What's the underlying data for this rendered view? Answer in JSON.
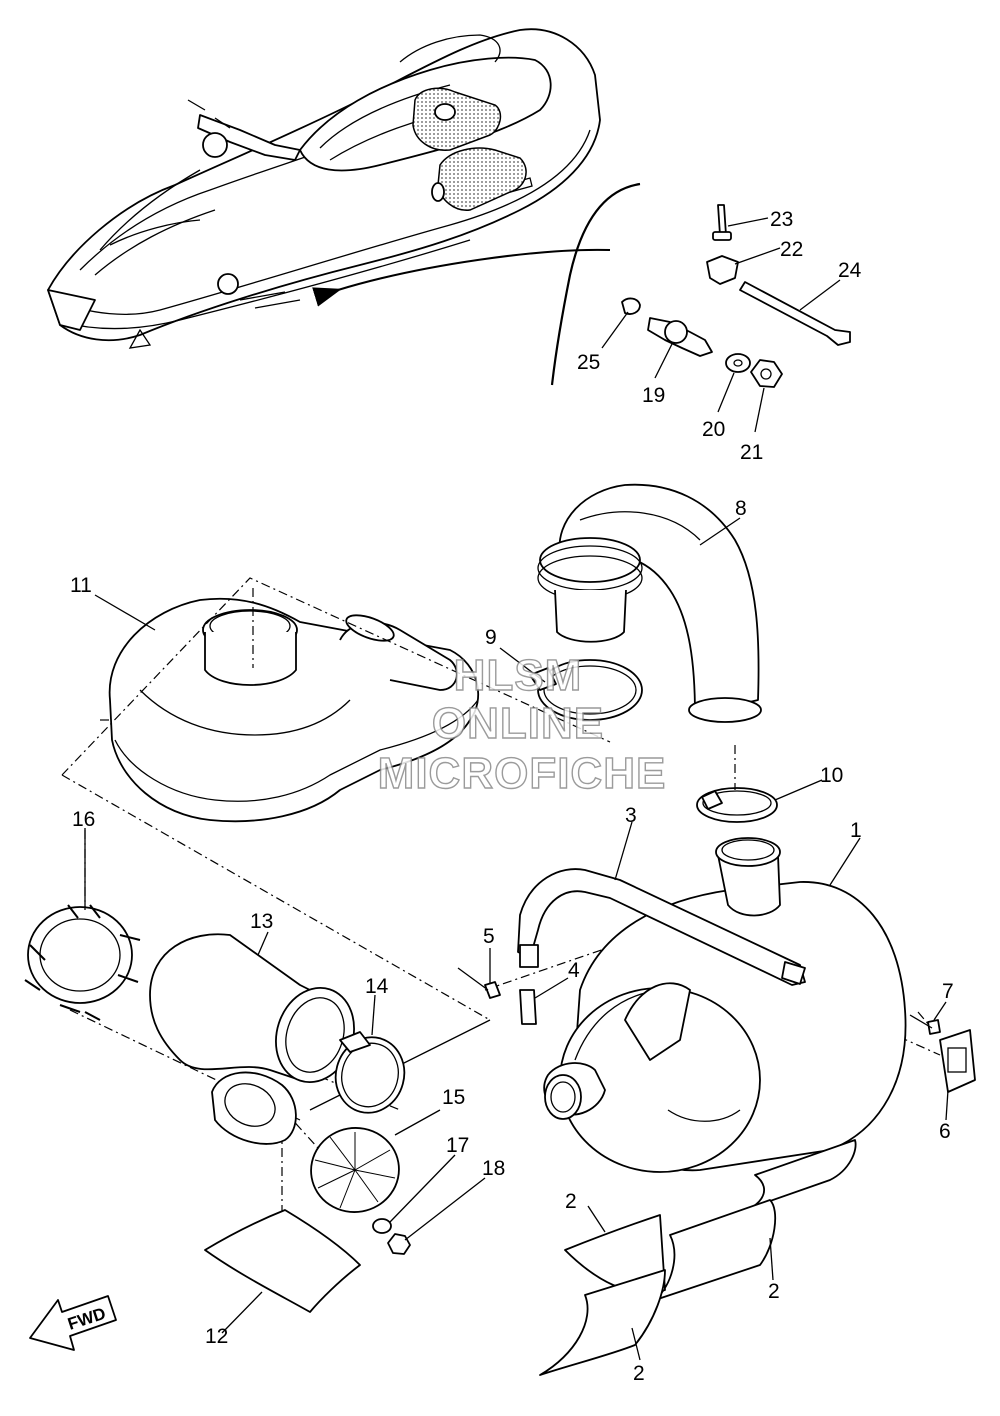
{
  "watermark": {
    "line1": "HLSM",
    "line2": "ONLINE",
    "line3": "MICROFICHE"
  },
  "direction_marker": "FWD",
  "callouts": [
    {
      "id": "c1",
      "label": "1"
    },
    {
      "id": "c2a",
      "label": "2"
    },
    {
      "id": "c2b",
      "label": "2"
    },
    {
      "id": "c2c",
      "label": "2"
    },
    {
      "id": "c3",
      "label": "3"
    },
    {
      "id": "c4",
      "label": "4"
    },
    {
      "id": "c5",
      "label": "5"
    },
    {
      "id": "c6",
      "label": "6"
    },
    {
      "id": "c7",
      "label": "7"
    },
    {
      "id": "c8",
      "label": "8"
    },
    {
      "id": "c9",
      "label": "9"
    },
    {
      "id": "c10",
      "label": "10"
    },
    {
      "id": "c11",
      "label": "11"
    },
    {
      "id": "c12",
      "label": "12"
    },
    {
      "id": "c13",
      "label": "13"
    },
    {
      "id": "c14",
      "label": "14"
    },
    {
      "id": "c15",
      "label": "15"
    },
    {
      "id": "c16",
      "label": "16"
    },
    {
      "id": "c17",
      "label": "17"
    },
    {
      "id": "c18",
      "label": "18"
    },
    {
      "id": "c19",
      "label": "19"
    },
    {
      "id": "c20",
      "label": "20"
    },
    {
      "id": "c21",
      "label": "21"
    },
    {
      "id": "c22",
      "label": "22"
    },
    {
      "id": "c23",
      "label": "23"
    },
    {
      "id": "c24",
      "label": "24"
    },
    {
      "id": "c25",
      "label": "25"
    }
  ]
}
